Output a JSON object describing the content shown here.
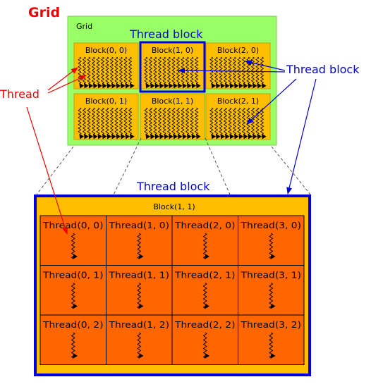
{
  "diagram": {
    "grid_title": "Grid",
    "grid_inner_label": "Grid",
    "thread_block_top_label": "Thread block",
    "thread_block_right_label": "Thread block",
    "thread_label": "Thread",
    "zoom_block_label": "Thread block",
    "zoom_block_title": "Block(1, 1)",
    "blocks": [
      {
        "label": "Block(0, 0)"
      },
      {
        "label": "Block(1, 0)"
      },
      {
        "label": "Block(2, 0)"
      },
      {
        "label": "Block(0,  1)"
      },
      {
        "label": "Block(1,  1)"
      },
      {
        "label": "Block(2,  1)"
      }
    ],
    "threads": [
      {
        "label": "Thread(0,  0)"
      },
      {
        "label": "Thread(1,  0)"
      },
      {
        "label": "Thread(2,  0)"
      },
      {
        "label": "Thread(3,  0)"
      },
      {
        "label": "Thread(0, 1)"
      },
      {
        "label": "Thread(1, 1)"
      },
      {
        "label": "Thread(2, 1)"
      },
      {
        "label": "Thread(3, 1)"
      },
      {
        "label": "Thread(0, 2)"
      },
      {
        "label": "Thread(1, 2)"
      },
      {
        "label": "Thread(2, 2)"
      },
      {
        "label": "Thread(3, 2)"
      }
    ],
    "colors": {
      "grid_fill": "#99ff66",
      "block_fill": "#ffbf00",
      "thread_cell_fill": "#ff6600",
      "red_label": "#ee0000",
      "blue_label": "#0000dd"
    }
  }
}
